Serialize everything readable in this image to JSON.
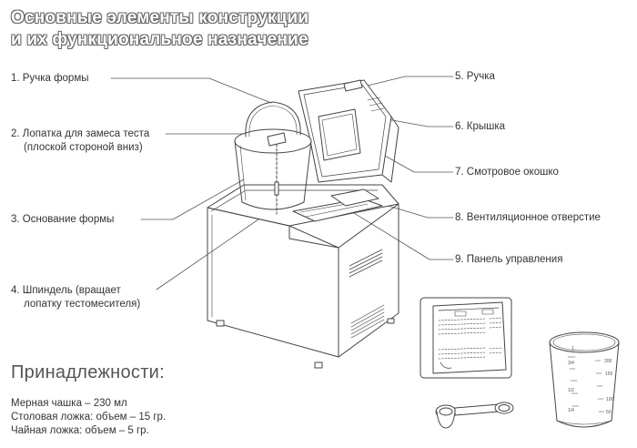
{
  "title": {
    "line1": "Основные элементы конструкции",
    "line2": "и их функциональное назначение"
  },
  "callouts": {
    "c1": "1. Ручка формы",
    "c2a": "2. Лопатка для замеса теста",
    "c2b": "(плоской стороной вниз)",
    "c3": "3. Основание формы",
    "c4a": "4. Шпиндель (вращает",
    "c4b": "лопатку тестомесителя)",
    "c5": "5. Ручка",
    "c6": "6. Крышка",
    "c7": "7. Смотровое окошко",
    "c8": "8. Вентиляционное отверстие",
    "c9": "9. Панель управления"
  },
  "accessories": {
    "heading": "Принадлежности:",
    "items": [
      "Мерная чашка – 230 мл",
      "Столовая ложка: объем – 15 гр.",
      "Чайная ложка: объем – 5 гр."
    ]
  },
  "cup_scale": {
    "left_marks": [
      "1",
      "3/4",
      "1/2",
      "1/4"
    ],
    "right_marks": [
      "200",
      "150",
      "100",
      "50"
    ]
  },
  "colors": {
    "line": "#444444",
    "title_outline": "#666666"
  }
}
